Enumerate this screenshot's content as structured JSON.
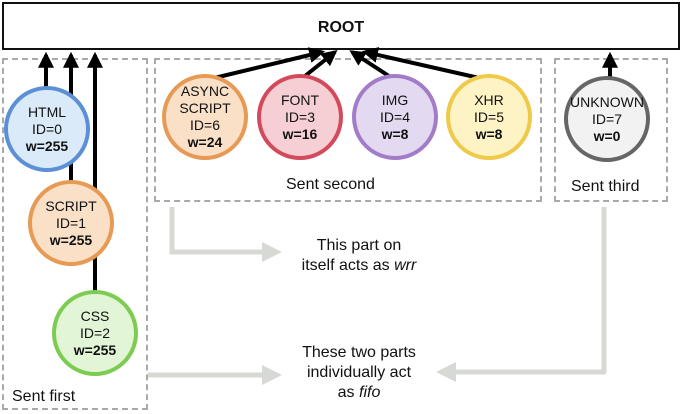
{
  "root": {
    "label": "ROOT"
  },
  "groups": {
    "first": {
      "caption": "Sent first"
    },
    "second": {
      "caption": "Sent second"
    },
    "third": {
      "caption": "Sent third"
    }
  },
  "nodes": [
    {
      "id": "html",
      "name": "HTML",
      "id_text": "ID=0",
      "weight": "w=255",
      "fill": "#dbeaf9",
      "stroke": "#5b8fd6"
    },
    {
      "id": "script",
      "name": "SCRIPT",
      "id_text": "ID=1",
      "weight": "w=255",
      "fill": "#fbe0c8",
      "stroke": "#e69a54"
    },
    {
      "id": "css",
      "name": "CSS",
      "id_text": "ID=2",
      "weight": "w=255",
      "fill": "#e2f5d6",
      "stroke": "#7ccc52"
    },
    {
      "id": "async",
      "name": "ASYNC",
      "name2": "SCRIPT",
      "id_text": "ID=6",
      "weight": "w=24",
      "fill": "#fbe0c8",
      "stroke": "#e69a54"
    },
    {
      "id": "font",
      "name": "FONT",
      "id_text": "ID=3",
      "weight": "w=16",
      "fill": "#f6cfd5",
      "stroke": "#d34a5c"
    },
    {
      "id": "img",
      "name": "IMG",
      "id_text": "ID=4",
      "weight": "w=8",
      "fill": "#e3d9f0",
      "stroke": "#a27cc9"
    },
    {
      "id": "xhr",
      "name": "XHR",
      "id_text": "ID=5",
      "weight": "w=8",
      "fill": "#fdf3c4",
      "stroke": "#efc94a"
    },
    {
      "id": "unknown",
      "name": "UNKNOWN",
      "id_text": "ID=7",
      "weight": "w=0",
      "fill": "#f2f2f2",
      "stroke": "#666666"
    }
  ],
  "notes": {
    "wrr": {
      "line1": "This part on",
      "line2_prefix": "itself acts as ",
      "line2_em": "wrr"
    },
    "fifo": {
      "line1": "These two parts",
      "line2": "individually act",
      "line3_prefix": "as ",
      "line3_em": "fifo"
    }
  },
  "colors": {
    "arrow": "#000000",
    "guide_arrow": "#d7d9d5",
    "dashed_border": "#a9a9a9"
  }
}
